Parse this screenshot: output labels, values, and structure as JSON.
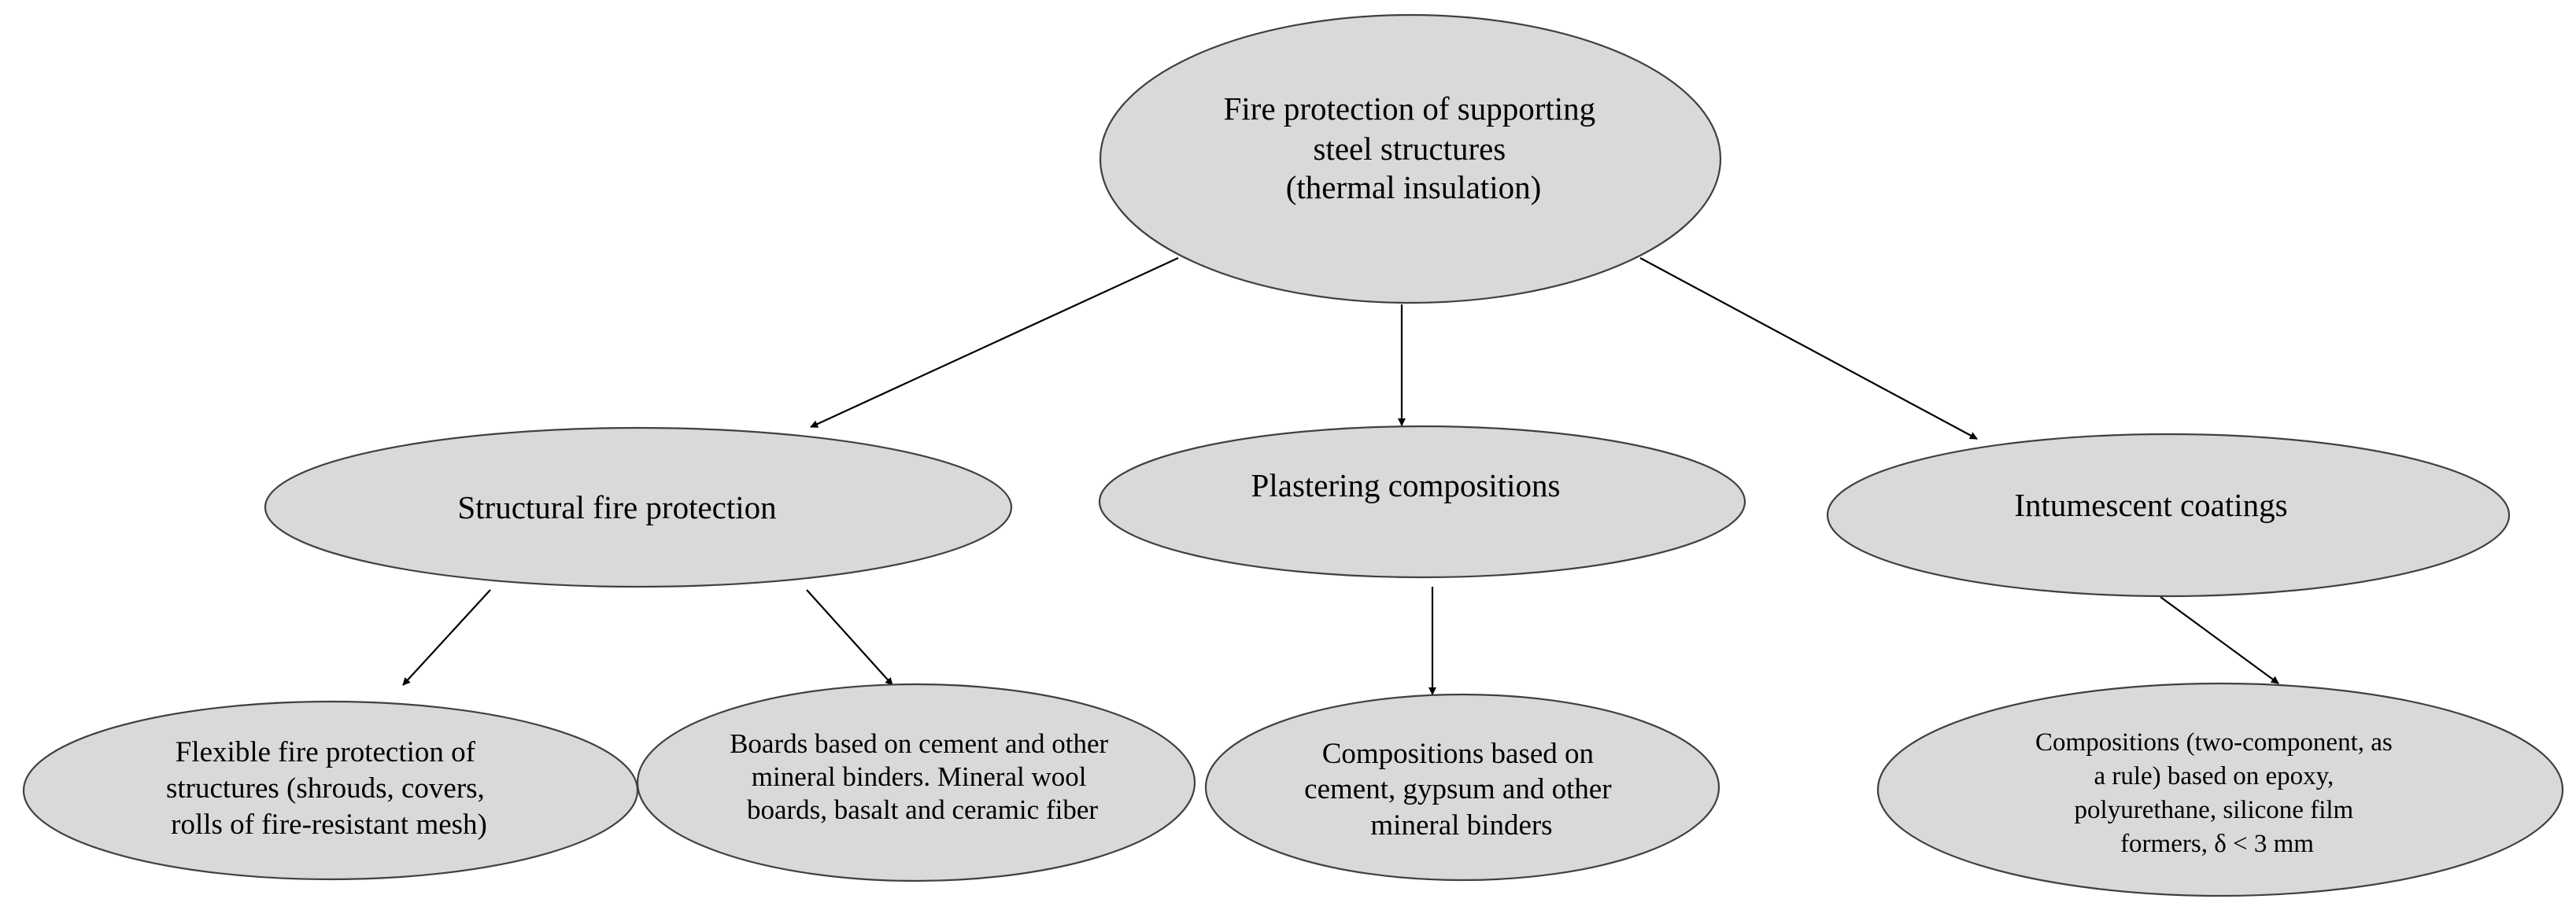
{
  "diagram": {
    "colors": {
      "node_fill": "#d9d9d9",
      "node_stroke": "#404040",
      "edge": "#000000"
    },
    "nodes": {
      "root": {
        "lines": [
          "Fire protection of supporting",
          "steel structures",
          "(thermal insulation)"
        ]
      },
      "structural": {
        "lines": [
          "Structural fire protection"
        ]
      },
      "plastering": {
        "lines": [
          "Plastering compositions"
        ]
      },
      "intumescent": {
        "lines": [
          "Intumescent coatings"
        ]
      },
      "flexible": {
        "lines": [
          "Flexible fire protection of",
          "structures (shrouds, covers,",
          "rolls of fire-resistant mesh)"
        ]
      },
      "boards": {
        "lines": [
          "Boards based on cement and other",
          "mineral binders. Mineral wool",
          "boards, basalt and ceramic fiber"
        ]
      },
      "compositions": {
        "lines": [
          "Compositions based on",
          "cement, gypsum and other",
          "mineral binders"
        ]
      },
      "epoxy": {
        "lines": [
          "Compositions (two-component, as",
          "a rule) based on epoxy,",
          "polyurethane, silicone film",
          "formers, δ < 3 mm"
        ]
      }
    },
    "edges": [
      {
        "from": "root",
        "to": "structural"
      },
      {
        "from": "root",
        "to": "plastering"
      },
      {
        "from": "root",
        "to": "intumescent"
      },
      {
        "from": "structural",
        "to": "flexible"
      },
      {
        "from": "structural",
        "to": "boards"
      },
      {
        "from": "plastering",
        "to": "compositions"
      },
      {
        "from": "intumescent",
        "to": "epoxy"
      }
    ]
  }
}
